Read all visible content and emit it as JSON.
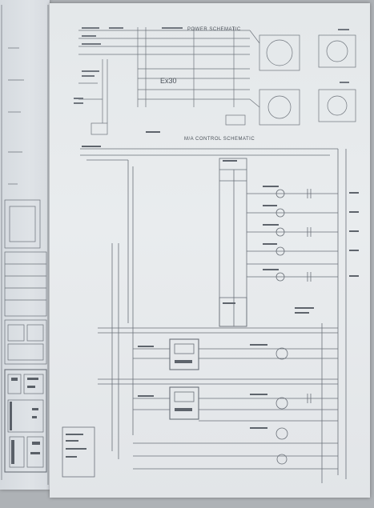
{
  "main_sheet": {
    "top_heading": "POWER SCHEMATIC",
    "small_label": "Ex30",
    "control_heading": "M/A CONTROL SCHEMATIC"
  },
  "colors": {
    "paper": "#e6e9ec",
    "ink": "#5a6068",
    "wall": "#aeb2b6"
  }
}
